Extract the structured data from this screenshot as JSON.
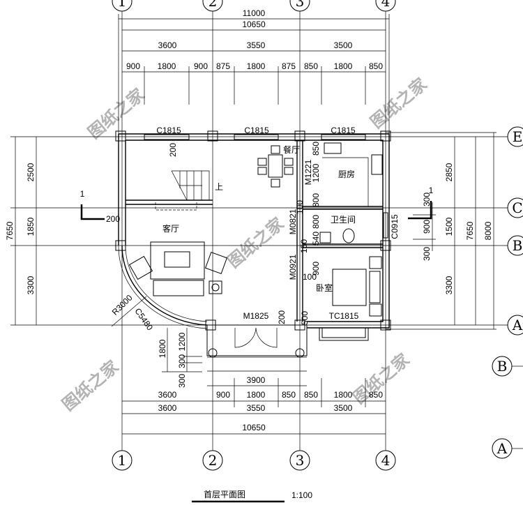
{
  "axes": {
    "vertical": [
      "1",
      "2",
      "3",
      "4"
    ],
    "horizontal_right": [
      "E",
      "C",
      "B",
      "A"
    ],
    "extra_bubbles": [
      "B",
      "A"
    ]
  },
  "dims_top": {
    "overall": "11000",
    "axis_total": "10650",
    "bays": [
      "3600",
      "3550",
      "3500"
    ],
    "openings": [
      "900",
      "1800",
      "900",
      "875",
      "1800",
      "875",
      "850",
      "1800",
      "850"
    ]
  },
  "dims_left": {
    "overall": "7650",
    "parts": [
      "2500",
      "1850",
      "3300"
    ]
  },
  "dims_right": {
    "fine": [
      "300",
      "900",
      "300"
    ],
    "parts": [
      "2850",
      "1500",
      "3300"
    ],
    "overall": "7650",
    "outer": "8000"
  },
  "dims_bottom": {
    "porch": "3900",
    "openings": [
      "3600",
      "900",
      "1800",
      "850",
      "850",
      "1800",
      "850"
    ],
    "bays": [
      "3600",
      "3550",
      "3500"
    ],
    "overall": "10650",
    "steps": [
      "1800",
      "1200",
      "300",
      "300"
    ]
  },
  "rooms": {
    "living": "客厅",
    "dining": "餐厅",
    "kitchen": "厨房",
    "bathroom": "卫生间",
    "bedroom": "卧室",
    "stair_up": "上"
  },
  "openings": {
    "window_top": "C1815",
    "door_kitchen": "M1221",
    "door_bath": "M0821",
    "door_bed": "M0921",
    "window_bath": "C0915",
    "door_main": "M1825",
    "window_bed": "TC1815",
    "arc_window": "C5480",
    "radius": "R3000"
  },
  "annotations": {
    "d200_top": "200",
    "d850": "850",
    "d1200": "1200",
    "d800a": "800",
    "d100a": "100",
    "d800b": "800",
    "d540": "540",
    "d150": "150",
    "d900": "900",
    "d100b": "100",
    "d200_left": "200",
    "d200_door": "200",
    "d500": "500",
    "section": "1"
  },
  "watermark": "图纸之家",
  "title": {
    "text": "首层平面图",
    "scale": "1:100"
  }
}
